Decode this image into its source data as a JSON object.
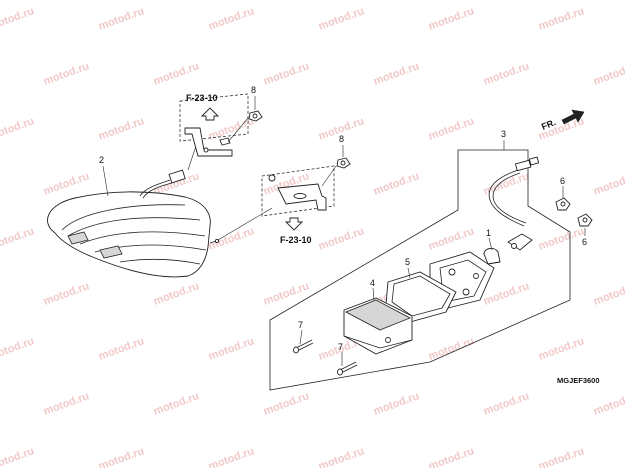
{
  "watermark_text": "motod.ru",
  "direction_label": "FR.",
  "reference_top": "F-23-10",
  "reference_bottom": "F-23-10",
  "diagram_code": "MGJEF3600",
  "callouts": [
    "1",
    "2",
    "3",
    "4",
    "5",
    "6",
    "6",
    "7",
    "7",
    "8",
    "8"
  ]
}
